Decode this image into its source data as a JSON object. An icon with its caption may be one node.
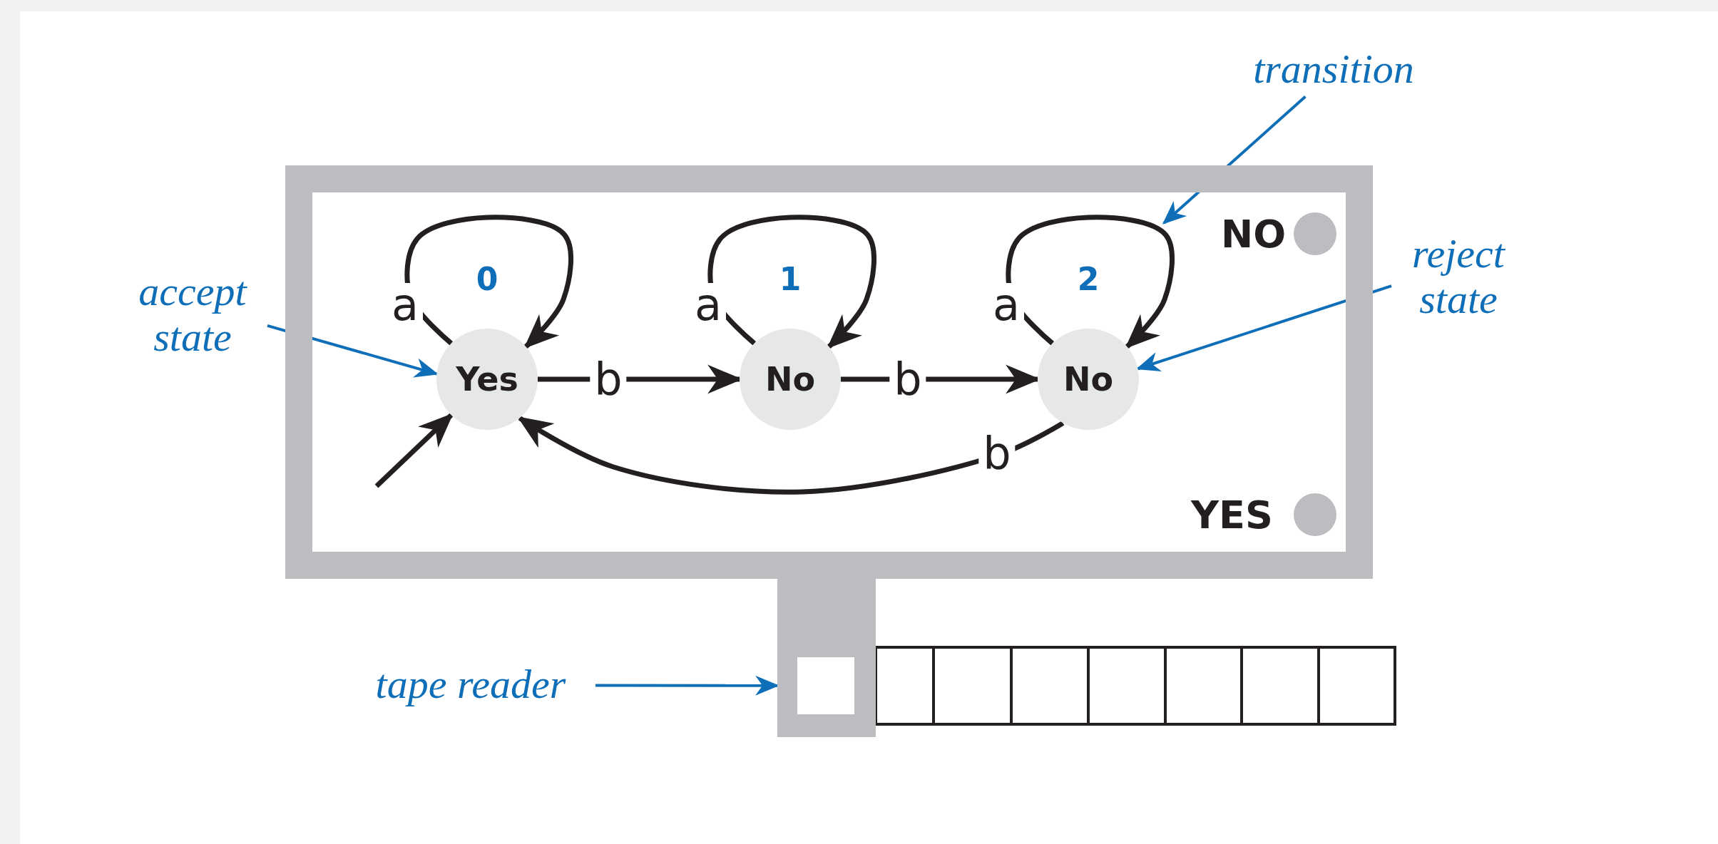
{
  "diagram": {
    "nodes": [
      {
        "text": [],
        "shape": "box"
      },
      {
        "text": [
          "Yes"
        ],
        "beside": [
          "0"
        ],
        "in": 0
      },
      {
        "text": [
          "No"
        ],
        "beside": [
          "1"
        ],
        "in": 0
      },
      {
        "text": [
          "No"
        ],
        "beside": [
          "2"
        ],
        "in": 0
      },
      {
        "text": [
          "accept state"
        ]
      },
      {
        "text": [
          "transition"
        ]
      },
      {
        "text": [
          "reject state"
        ]
      },
      {
        "text": [],
        "shape": "box"
      },
      {
        "text": [
          "tape reader"
        ]
      }
    ],
    "edges": [
      {
        "from": 1,
        "to": 1,
        "arrow": "to",
        "label": "a"
      },
      {
        "from": 2,
        "to": 2,
        "arrow": "to",
        "label": "a"
      },
      {
        "from": 3,
        "to": 3,
        "arrow": "to",
        "label": "a"
      },
      {
        "from": 1,
        "to": 2,
        "arrow": "to",
        "label": "b"
      },
      {
        "from": 2,
        "to": 3,
        "arrow": "to",
        "label": "b"
      },
      {
        "from": 3,
        "to": 1,
        "arrow": "to",
        "label": "b"
      },
      {
        "from": null,
        "to": 1,
        "arrow": "to"
      },
      {
        "from": 4,
        "to": 1,
        "arrow": "to",
        "color": "#0e6eb8"
      },
      {
        "from": 5,
        "to": null,
        "arrow": "to",
        "color": "#0e6eb8"
      },
      {
        "from": 6,
        "to": 3,
        "arrow": "to",
        "color": "#0e6eb8"
      },
      {
        "from": 8,
        "to": 7,
        "arrow": "to",
        "color": "#0e6eb8"
      }
    ],
    "labels": [
      "NO",
      "YES"
    ]
  }
}
